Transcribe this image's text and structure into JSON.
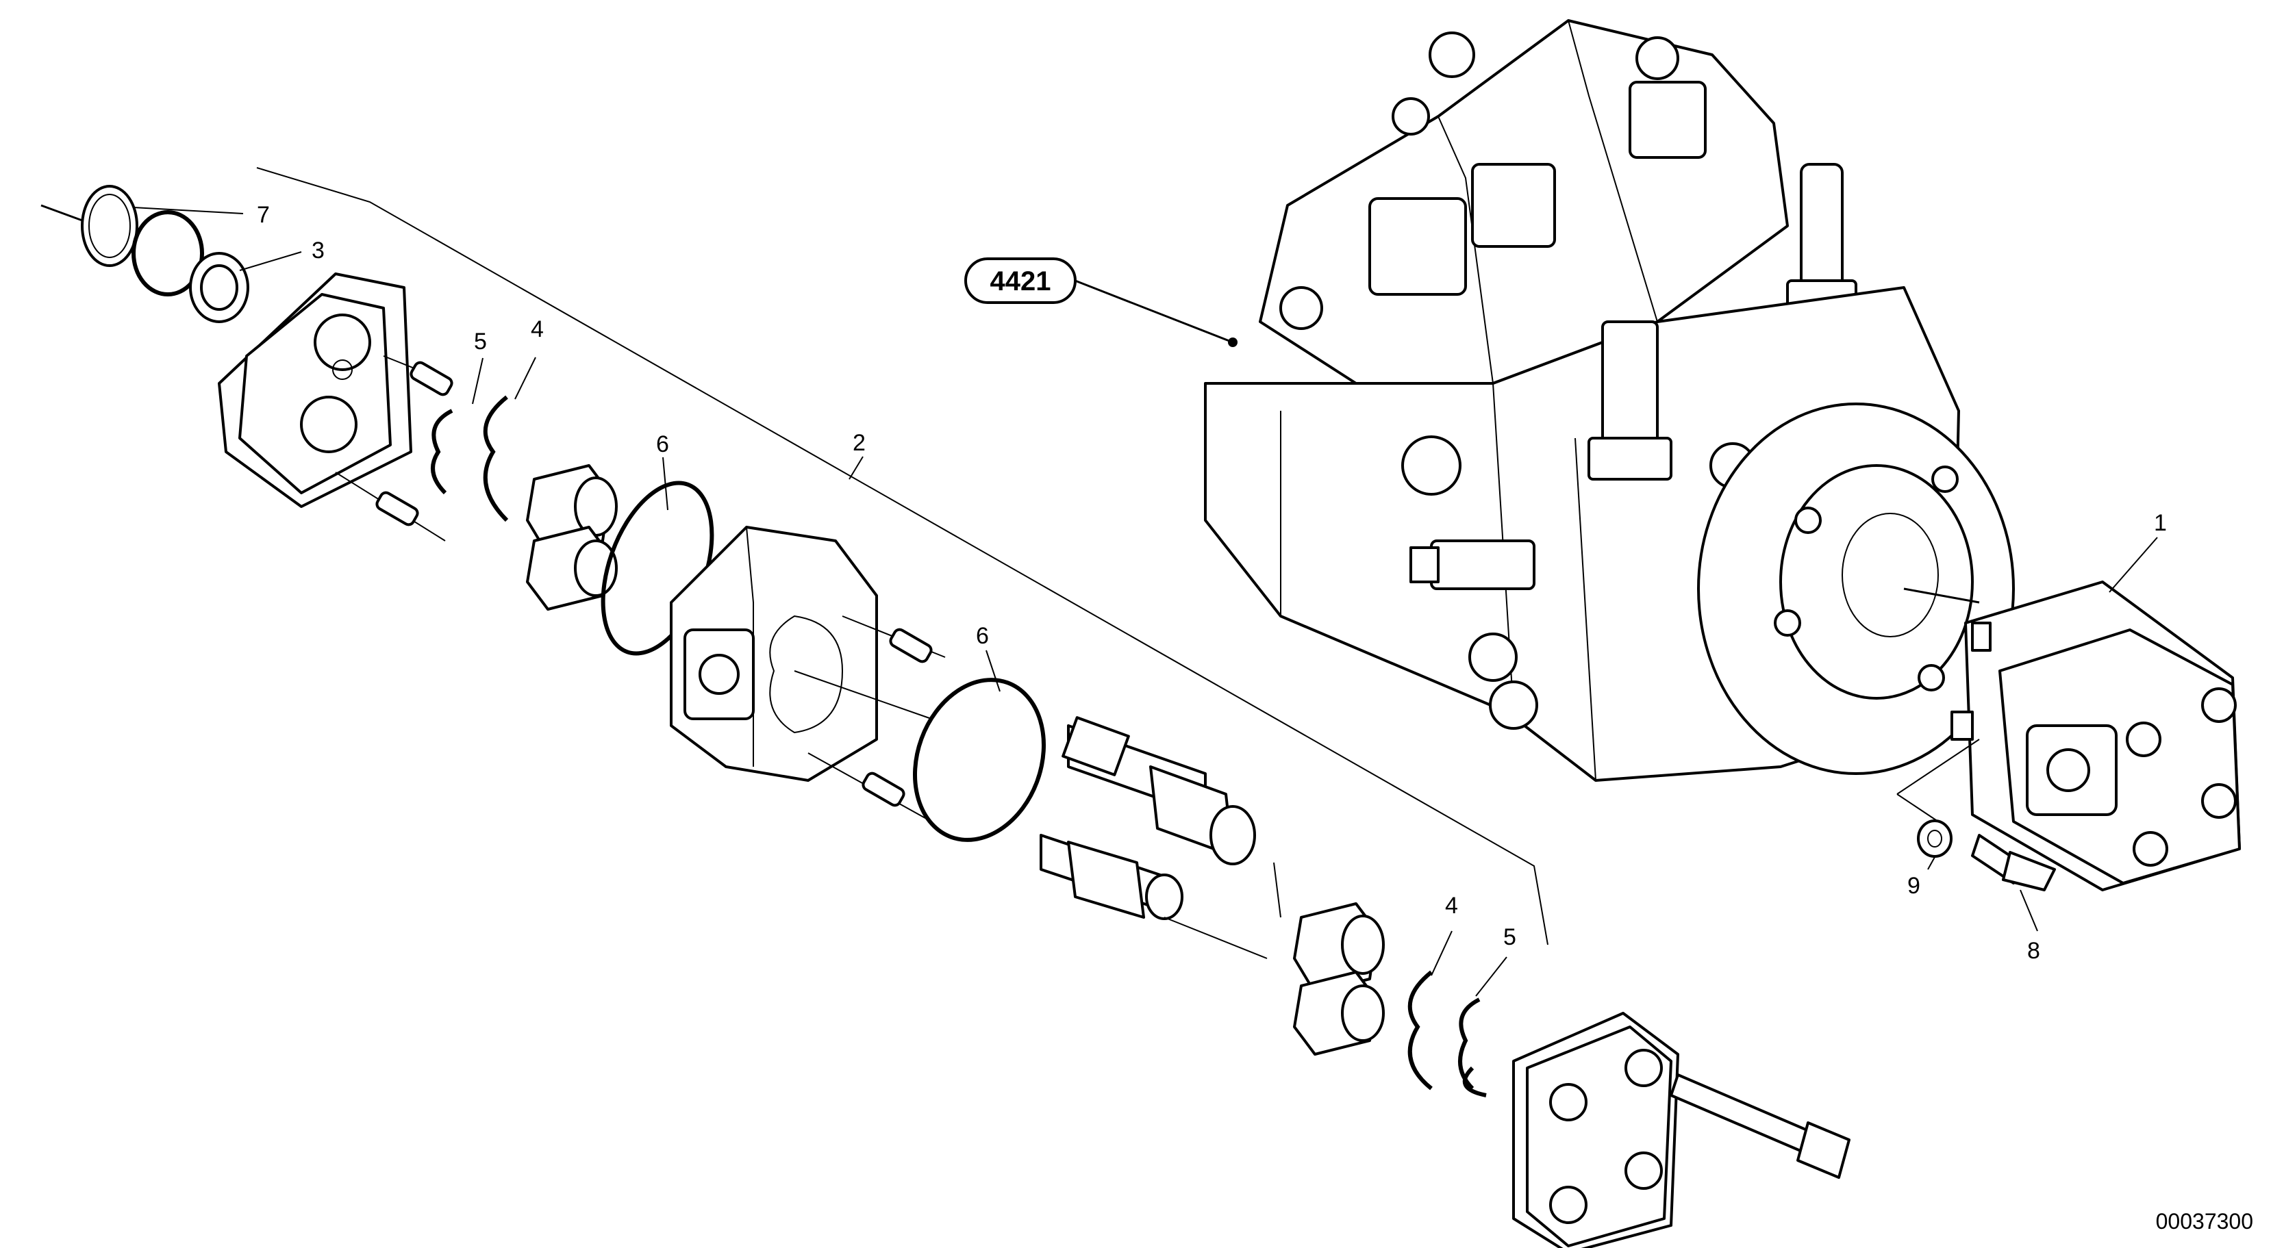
{
  "reference_label": "4421",
  "callouts": [
    "7",
    "3",
    "5",
    "4",
    "6",
    "2",
    "6",
    "4",
    "5",
    "1",
    "9",
    "8"
  ],
  "document_number": "00037300"
}
